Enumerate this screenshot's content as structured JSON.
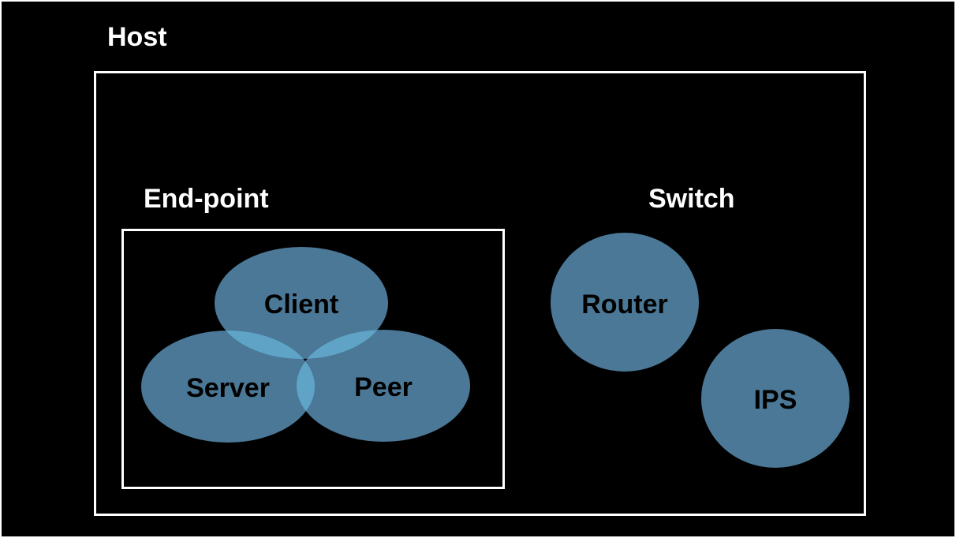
{
  "host": {
    "label": "Host"
  },
  "endpoint": {
    "label": "End-point",
    "roles": [
      "Client",
      "Server",
      "Peer"
    ]
  },
  "switch": {
    "label": "Switch",
    "roles": [
      "Router",
      "IPS"
    ]
  },
  "colors": {
    "background": "#000000",
    "box_border": "#ffffff",
    "role_fill": "#4a7896",
    "role_overlap": "#5fa3c7",
    "label_text": "#ffffff",
    "role_text": "#000000"
  }
}
